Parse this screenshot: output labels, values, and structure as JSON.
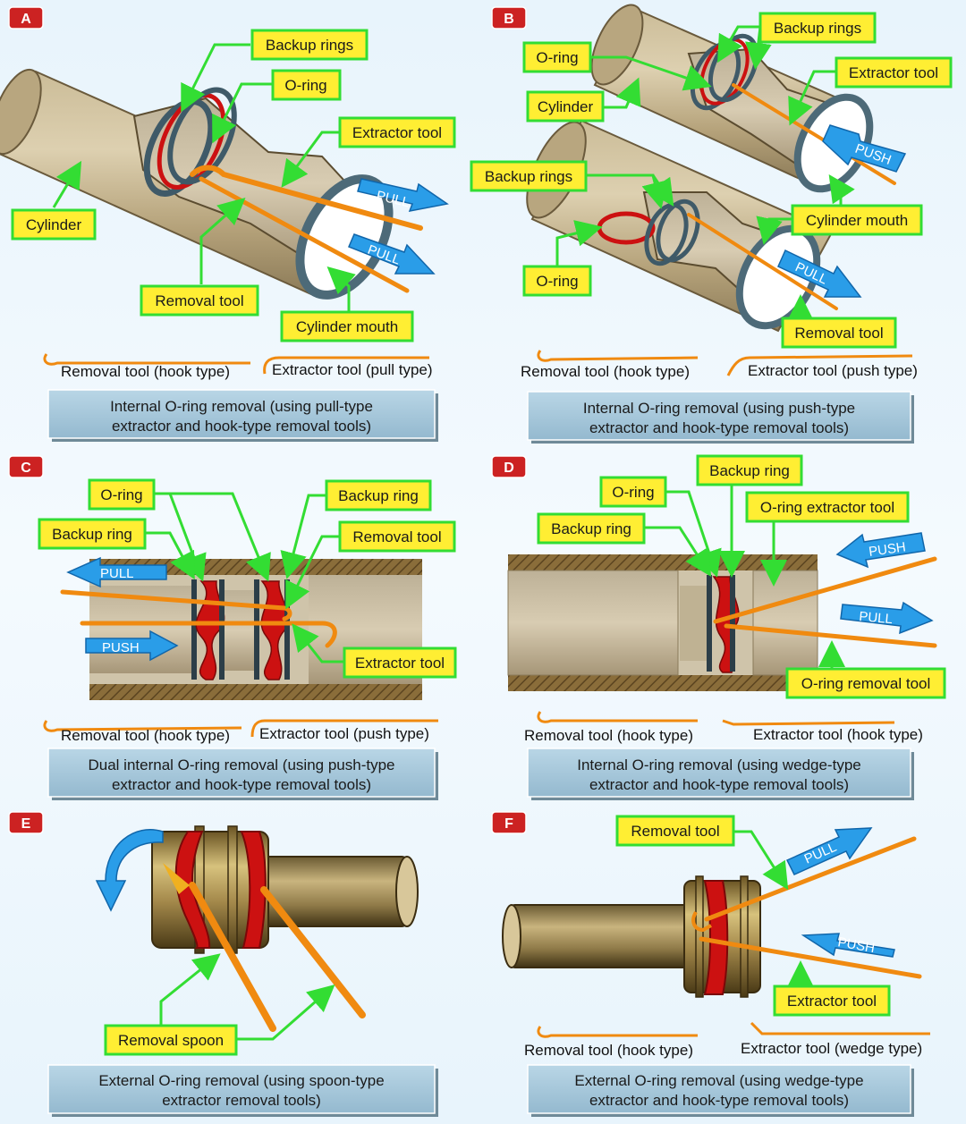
{
  "panels": [
    {
      "badge": "A",
      "labels": {
        "backup_rings": "Backup rings",
        "o_ring": "O-ring",
        "extractor_tool": "Extractor tool",
        "cylinder": "Cylinder",
        "removal_tool": "Removal tool",
        "cylinder_mouth": "Cylinder mouth"
      },
      "arrows": [
        "PULL",
        "PULL"
      ],
      "legend": [
        "Removal tool (hook type)",
        "Extractor tool (pull type)"
      ],
      "caption": [
        "Internal O-ring removal (using pull-type",
        "extractor and hook-type removal tools)"
      ]
    },
    {
      "badge": "B",
      "labels": {
        "backup_rings_top": "Backup rings",
        "o_ring_top": "O-ring",
        "extractor_tool": "Extractor tool",
        "cylinder": "Cylinder",
        "backup_rings_bottom": "Backup rings",
        "cylinder_mouth": "Cylinder mouth",
        "o_ring_bottom": "O-ring",
        "removal_tool": "Removal tool"
      },
      "arrows": [
        "PUSH",
        "PULL"
      ],
      "legend": [
        "Removal tool (hook type)",
        "Extractor tool (push type)"
      ],
      "caption": [
        "Internal O-ring removal (using push-type",
        "extractor and hook-type removal tools)"
      ]
    },
    {
      "badge": "C",
      "labels": {
        "o_ring": "O-ring",
        "backup_ring_right": "Backup ring",
        "backup_ring_left": "Backup ring",
        "removal_tool": "Removal tool",
        "extractor_tool": "Extractor tool"
      },
      "arrows": [
        "PULL",
        "PUSH"
      ],
      "legend": [
        "Removal tool (hook type)",
        "Extractor tool (push type)"
      ],
      "caption": [
        "Dual internal O-ring removal (using push-type",
        "extractor and hook-type removal tools)"
      ]
    },
    {
      "badge": "D",
      "labels": {
        "backup_ring_top": "Backup ring",
        "o_ring": "O-ring",
        "o_ring_extractor_tool": "O-ring extractor tool",
        "backup_ring_left": "Backup ring",
        "o_ring_removal_tool": "O-ring removal tool"
      },
      "arrows": [
        "PUSH",
        "PULL"
      ],
      "legend": [
        "Removal tool (hook type)",
        "Extractor tool (hook type)"
      ],
      "caption": [
        "Internal O-ring removal (using wedge-type",
        "extractor and hook-type removal tools)"
      ]
    },
    {
      "badge": "E",
      "labels": {
        "removal_spoon": "Removal spoon"
      },
      "arrows": [],
      "legend": [],
      "caption": [
        "External O-ring removal (using spoon-type",
        "extractor removal tools)"
      ]
    },
    {
      "badge": "F",
      "labels": {
        "removal_tool": "Removal tool",
        "extractor_tool": "Extractor tool"
      },
      "arrows": [
        "PULL",
        "PUSH"
      ],
      "legend": [
        "Removal tool (hook type)",
        "Extractor tool (wedge type)"
      ],
      "caption": [
        "External O-ring removal (using wedge-type",
        "extractor and hook-type removal tools)"
      ]
    }
  ],
  "colors": {
    "label_fill": "#ffee33",
    "label_border": "#33dd33",
    "leader_line": "#33dd33",
    "badge": "#cc2222",
    "arrow": "#2a9de8",
    "o_ring": "#cc1111",
    "tool": "#f08a10",
    "tube": "#c2b08a",
    "caption_box": "#a9c9dc"
  }
}
